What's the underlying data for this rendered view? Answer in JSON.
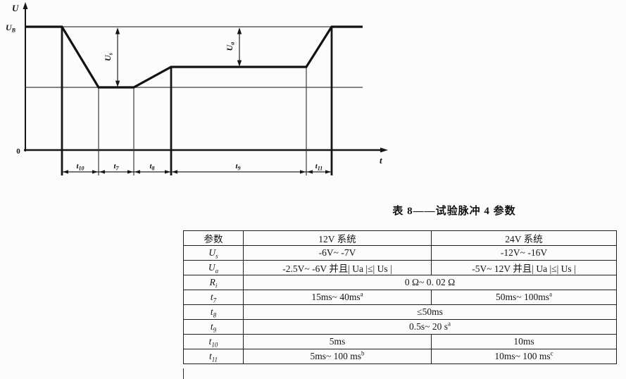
{
  "figure": {
    "y_axis_label": "U",
    "x_axis_label": "t",
    "origin_label": "0",
    "ub_label": {
      "main": "U",
      "sub": "B"
    },
    "us_dim_label": {
      "main": "U",
      "sub": "s"
    },
    "ua_dim_label": {
      "main": "U",
      "sub": "a"
    },
    "intervals": [
      {
        "main": "t",
        "sub": "10"
      },
      {
        "main": "t",
        "sub": "7"
      },
      {
        "main": "t",
        "sub": "8"
      },
      {
        "main": "t",
        "sub": "9"
      },
      {
        "main": "t",
        "sub": "11"
      }
    ]
  },
  "table": {
    "title": "表 8——试验脉冲 4 参数",
    "headers": [
      "参数",
      "12V 系统",
      "24V 系统"
    ],
    "rows": {
      "us": {
        "p": "U",
        "sub": "s",
        "v12": "-6V~ -7V",
        "v24": "-12V~ -16V"
      },
      "ua": {
        "p": "U",
        "sub": "a",
        "v12": "-2.5V~ -6V 并且| Ua |≤| Us |",
        "v24": "-5V~ 12V 并且| Ua |≤| Us |"
      },
      "ri": {
        "p": "R",
        "sub": "i",
        "span": "0 Ω~ 0. 02 Ω"
      },
      "t7": {
        "p": "t",
        "sub": "7",
        "v12": "15ms~ 40ms",
        "v12sup": "a",
        "v24": "50ms~ 100ms",
        "v24sup": "a"
      },
      "t8": {
        "p": "t",
        "sub": "8",
        "span": "≤50ms"
      },
      "t9": {
        "p": "t",
        "sub": "9",
        "span": "0.5s~ 20 s",
        "spansup": "a"
      },
      "t10": {
        "p": "t",
        "sub": "10",
        "v12": "5ms",
        "v24": "10ms"
      },
      "t11": {
        "p": "t",
        "sub": "11",
        "v12": "5ms~ 100 ms",
        "v12sup": "b",
        "v24": "10ms~ 100 ms",
        "v24sup": "c"
      }
    }
  }
}
